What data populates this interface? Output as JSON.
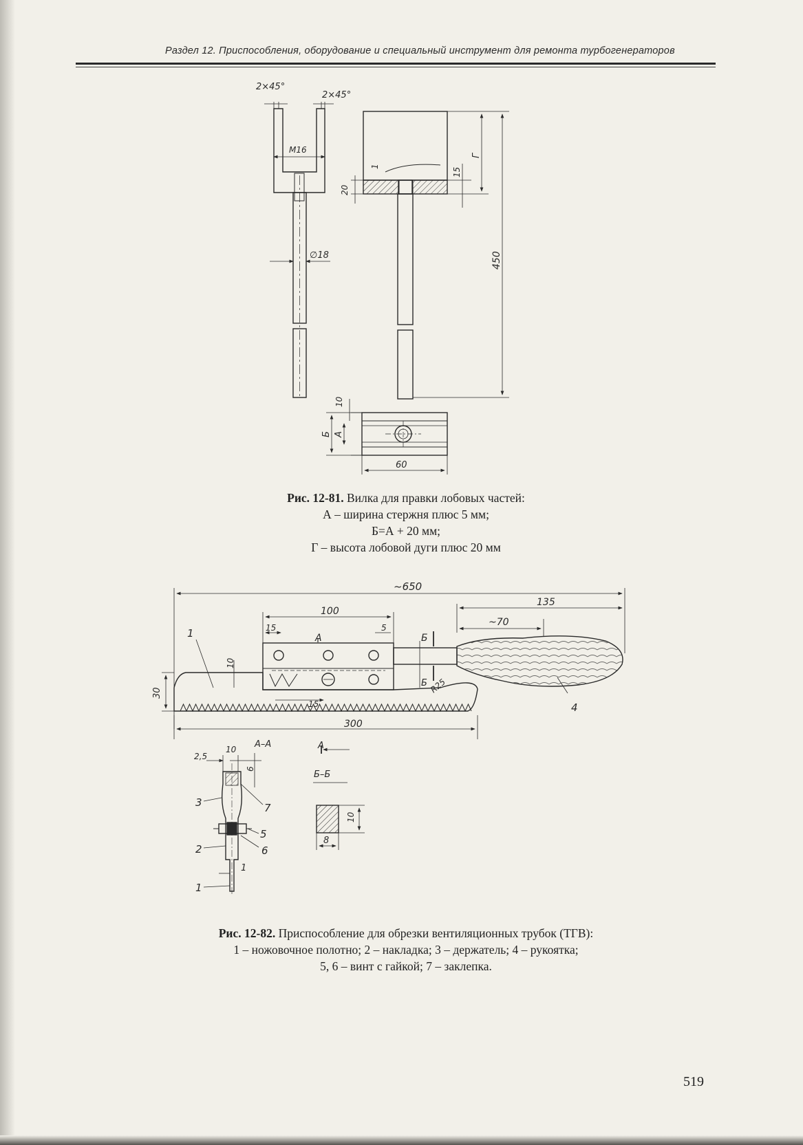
{
  "header": {
    "running_title": "Раздел 12. Приспособления, оборудование и специальный инструмент для ремонта турбогенераторов"
  },
  "figure_81": {
    "dims": {
      "chamfer_left": "2×45°",
      "chamfer_right": "2×45°",
      "thread": "M16",
      "diameter": "∅18",
      "d20": "20",
      "d15": "15",
      "d1": "1",
      "g": "Г",
      "length": "450",
      "d10": "10",
      "b": "Б",
      "a": "А",
      "width": "60"
    },
    "caption_number": "Рис. 12-81.",
    "caption_title": "Вилка для правки лобовых частей:",
    "caption_lines": [
      "А – ширина стержня плюс 5 мм;",
      "Б=А + 20 мм;",
      "Г – высота лобовой дуги плюс 20 мм"
    ]
  },
  "figure_82": {
    "dims": {
      "total": "~650",
      "holder": "100",
      "handle": "135",
      "handle_grip": "~70",
      "d15a": "15",
      "d5": "5",
      "section_a": "А",
      "section_b": "Б",
      "d10": "10",
      "d30": "30",
      "d15b": "15",
      "radius": "R25",
      "blade": "300",
      "p1": "1",
      "p4": "4",
      "sec_aa": "А–А",
      "sec_bb": "Б–Б",
      "s25": "2,5",
      "s10": "10",
      "s6": "6",
      "p3": "3",
      "p7": "7",
      "p5": "5",
      "p2": "2",
      "p6": "6",
      "p1b": "1",
      "p1c": "1",
      "bb10": "10",
      "bb8": "8"
    },
    "caption_number": "Рис. 12-82.",
    "caption_title": "Приспособление для обрезки вентиляционных трубок (ТГВ):",
    "caption_lines": [
      "1 – ножовочное полотно; 2 – накладка; 3 – держатель; 4 – рукоятка;",
      "5, 6 – винт с гайкой; 7 – заклепка."
    ]
  },
  "page_number": "519"
}
